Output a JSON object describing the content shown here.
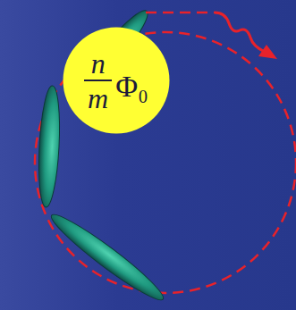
{
  "diagram": {
    "nodes": [
      {
        "text": [
          "n",
          "m",
          "Φ₀"
        ]
      }
    ]
  }
}
